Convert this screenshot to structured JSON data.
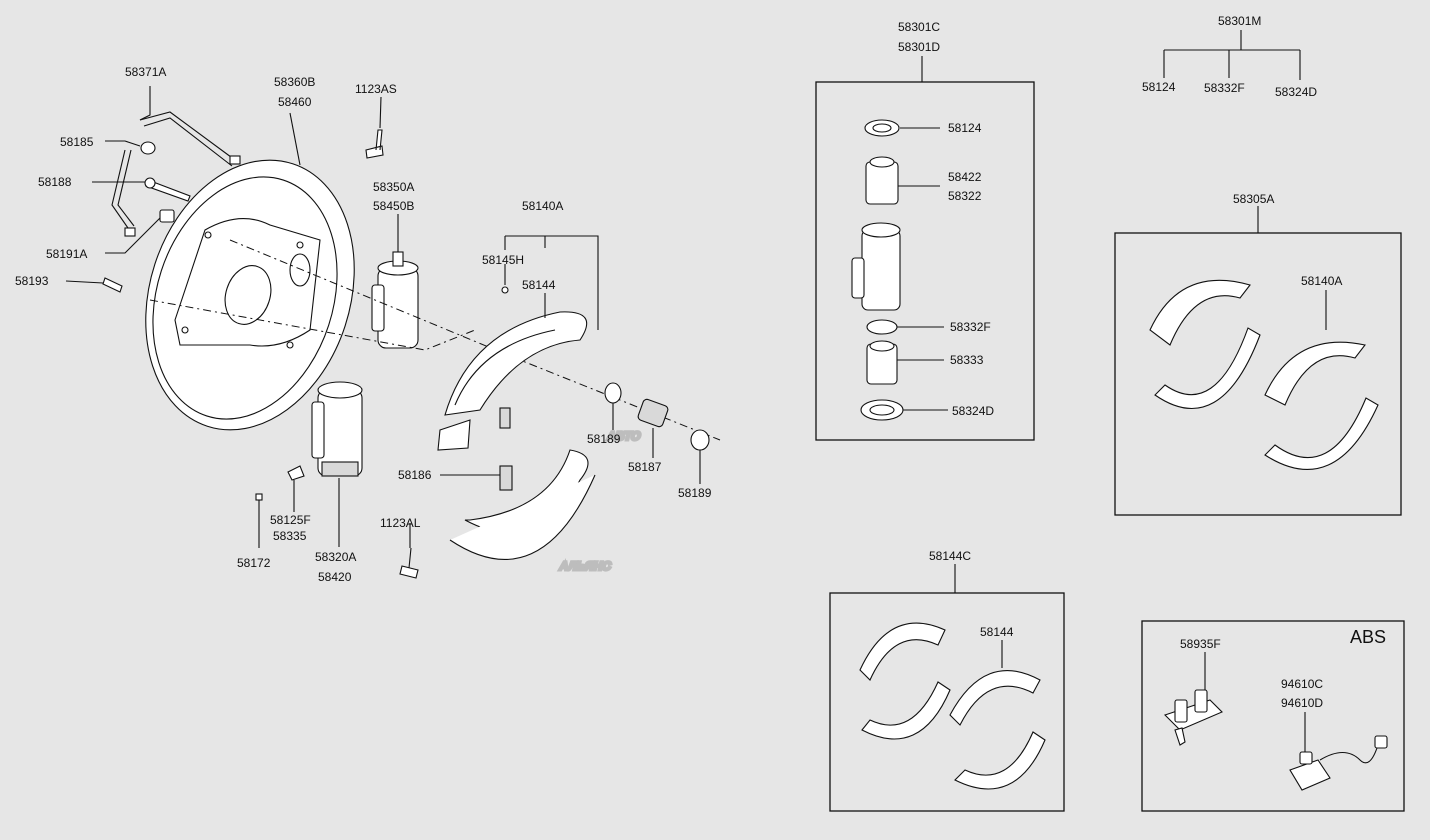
{
  "watermark": {
    "line1": "АВТО",
    "line2": "АЛЬЯНС"
  },
  "labels": {
    "p58371A": "58371A",
    "p58185": "58185",
    "p58188": "58188",
    "p58191A": "58191A",
    "p58193": "58193",
    "p58360B": "58360B",
    "p58460": "58460",
    "p1123AS": "1123AS",
    "p58350A": "58350A",
    "p58450B": "58450B",
    "p58140A": "58140A",
    "p58145H": "58145H",
    "p58144": "58144",
    "p58189a": "58189",
    "p58187": "58187",
    "p58189b": "58189",
    "p58186": "58186",
    "p58125F": "58125F",
    "p58335": "58335",
    "p58172": "58172",
    "p58320A": "58320A",
    "p58420": "58420",
    "p1123AL": "1123AL",
    "p58301C": "58301C",
    "p58301D": "58301D",
    "k58124": "58124",
    "k58422": "58422",
    "k58322": "58322",
    "k58332F": "58332F",
    "k58333": "58333",
    "k58324D": "58324D",
    "p58301M": "58301M",
    "m58124": "58124",
    "m58332F": "58332F",
    "m58324D": "58324D",
    "p58305A": "58305A",
    "s58140A": "58140A",
    "p58144C": "58144C",
    "l58144": "58144",
    "abs_title": "ABS",
    "p58935F": "58935F",
    "p94610C": "94610C",
    "p94610D": "94610D"
  }
}
